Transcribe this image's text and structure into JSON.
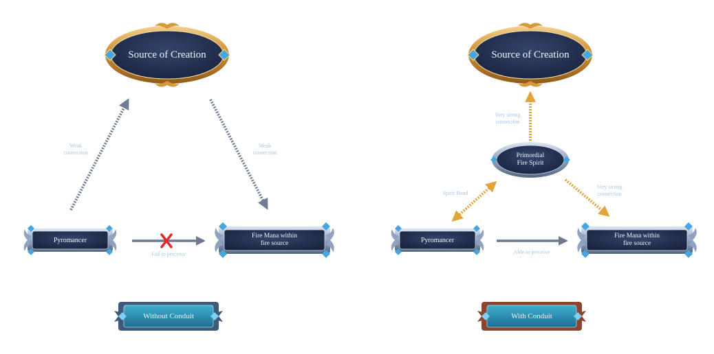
{
  "panels": {
    "without": {
      "source": "Source of Creation",
      "caster": "Pyromancer",
      "target": "Fire Mana within\nfire source",
      "left_link": "Weak\nconnection",
      "right_link": "Weak\nconnection",
      "perceive": "Fail to perceive",
      "badge": "Without Conduit"
    },
    "with": {
      "source": "Source of Creation",
      "spirit": "Primordial\nFire Spirit",
      "caster": "Pyromancer",
      "target": "Fire Mana within\nfire source",
      "up_link": "Very strong\nconnection",
      "left_link": "Spirit Bond",
      "right_link": "Very strong\nconnection",
      "perceive": "Able to perceive",
      "badge": "With Conduit"
    }
  },
  "colors": {
    "weak_arrow": "#6f7e95",
    "strong_arrow": "#e3a43a",
    "solid_arrow": "#6c7a90",
    "blocked_mark": "#e0282e",
    "node_fill": "#243150",
    "gold_frame": "#d49a3a",
    "silver_frame": "#8fa2bf",
    "gem": "#45a6e0",
    "badge_blue": "#2e8fb3",
    "badge_red": "#b2492d",
    "label": "#a9c6e8"
  }
}
